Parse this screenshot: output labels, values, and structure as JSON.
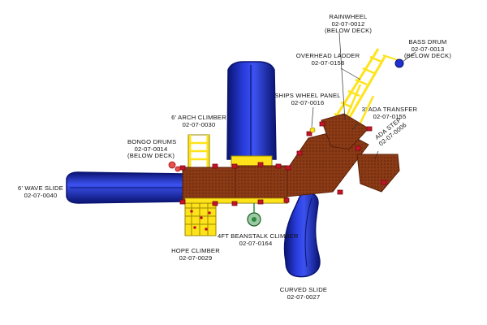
{
  "callouts": {
    "rainwheel": {
      "name": "RAINWHEEL",
      "code": "02-07-0012",
      "note": "(BELOW DECK)"
    },
    "bass_drum": {
      "name": "BASS DRUM",
      "code": "02-07-0013",
      "note": "(BELOW DECK)"
    },
    "overhead_ladder": {
      "name": "OVERHEAD LADDER",
      "code": "02-07-0158"
    },
    "ships_wheel_panel": {
      "name": "SHIPS WHEEL PANEL",
      "code": "02-07-0016"
    },
    "ada_transfer": {
      "name": "3' ADA TRANSFER",
      "code": "02-07-0155"
    },
    "ada_step": {
      "name": "ADA STEP",
      "code": "02-07-0006"
    },
    "arch_climber": {
      "name": "6' ARCH CLIMBER",
      "code": "02-07-0030"
    },
    "bongo_drums": {
      "name": "BONGO DRUMS",
      "code": "02-07-0014",
      "note": "(BELOW DECK)"
    },
    "wave_slide": {
      "name": "6' WAVE SLIDE",
      "code": "02-07-0040"
    },
    "beanstalk_climber": {
      "name": "4FT BEANSTALK CLIMBER",
      "code": "02-07-0164"
    },
    "rope_climber": {
      "name": "HOPE CLIMBER",
      "code": "02-07-0029"
    },
    "curved_slide": {
      "name": "CURVED SLIDE",
      "code": "02-07-0027"
    }
  },
  "colors": {
    "slide_blue": "#1f2fd0",
    "slide_dark": "#0a1470",
    "deck_brown": "#8b3a16",
    "deck_dark": "#5a2008",
    "post_red": "#c4142a",
    "climber_yellow": "#ffe31a",
    "climber_outline": "#9a8a00",
    "beanstalk_green": "#2e8b3e",
    "leader_line": "#333333"
  }
}
